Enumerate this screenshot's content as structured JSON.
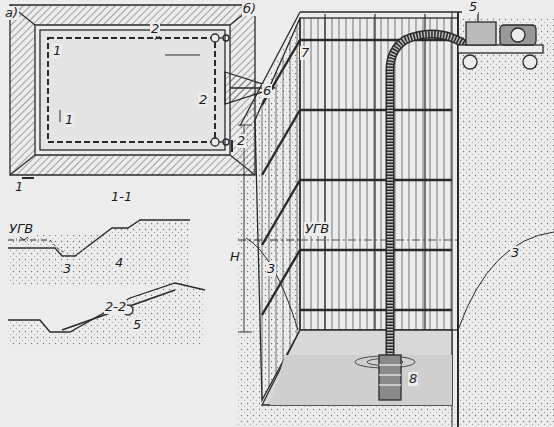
{
  "diagram": {
    "labels": [
      "а)",
      "1",
      "2",
      "2",
      "1",
      "2",
      "1",
      "1-1",
      "УГВ",
      "3",
      "4",
      "2-2",
      "5",
      "б)",
      "5",
      "7",
      "6",
      "УГВ",
      "H",
      "3",
      "3",
      "8"
    ]
  }
}
